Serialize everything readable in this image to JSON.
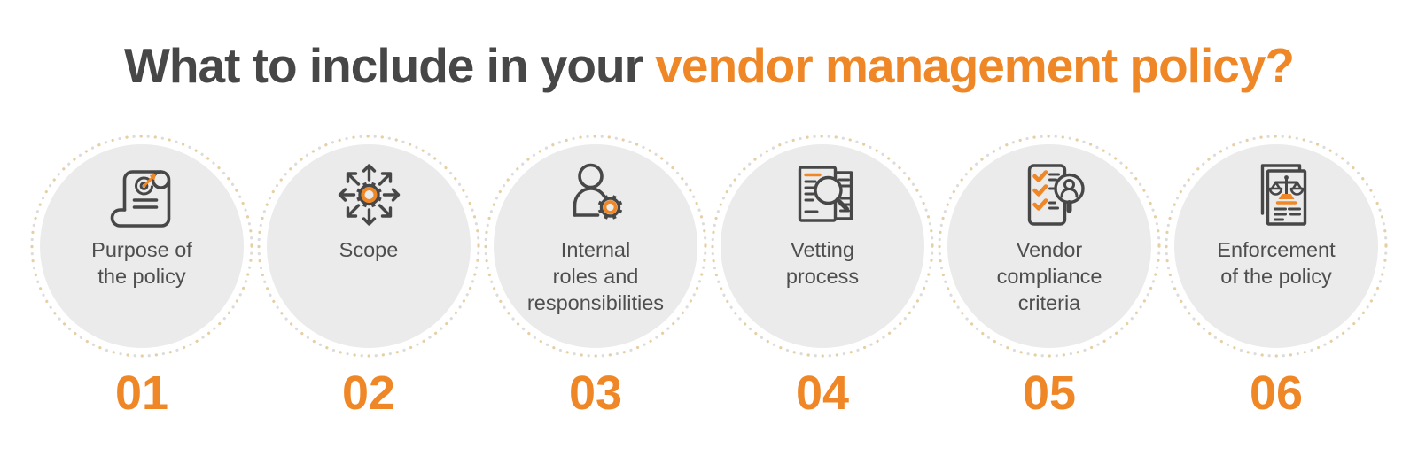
{
  "title": {
    "prefix": "What to include in your",
    "highlight": "vendor management policy?"
  },
  "colors": {
    "accent": "#ef8727",
    "dark": "#474747",
    "label": "#4e4e4e",
    "circle": "#ebebeb",
    "dot-a": "#e6cfa2",
    "dot-b": "#dcdcdc",
    "background": "#ffffff"
  },
  "items": [
    {
      "number": "01",
      "label": "Purpose of\nthe policy",
      "icon": "scroll-target-icon"
    },
    {
      "number": "02",
      "label": "Scope",
      "icon": "gear-arrows-icon"
    },
    {
      "number": "03",
      "label": "Internal\nroles and\nresponsibilities",
      "icon": "person-gear-icon"
    },
    {
      "number": "04",
      "label": "Vetting\nprocess",
      "icon": "document-magnifier-icon"
    },
    {
      "number": "05",
      "label": "Vendor\ncompliance\ncriteria",
      "icon": "checklist-magnifier-icon"
    },
    {
      "number": "06",
      "label": "Enforcement\nof the policy",
      "icon": "documents-scales-icon"
    }
  ]
}
